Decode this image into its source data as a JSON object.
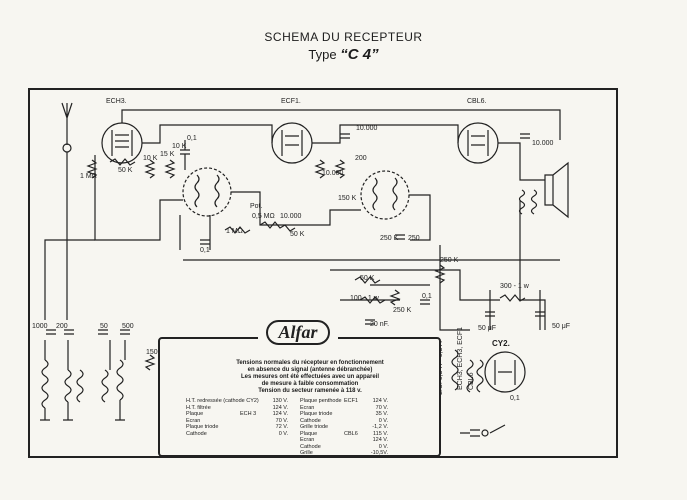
{
  "title": {
    "line1": "SCHEMA DU RECEPTEUR",
    "line2_prefix": "Type",
    "line2_model": "“C 4”"
  },
  "tubes": {
    "t1": "ECH3.",
    "t2": "ECF1.",
    "t3": "CBL6.",
    "t4": "CY2."
  },
  "components": {
    "r1": "1 MΩ",
    "r2": "50 K",
    "r3": "10 K",
    "r4": "15 K",
    "r5": "10 K",
    "r6": "0,1 M",
    "c1": "0,1",
    "c2": "10.000",
    "c3": "0,1",
    "c4": "10.000",
    "c5": "200",
    "pot": "Pot.",
    "pot_val": "0,5 MΩ",
    "c6": "10.000",
    "c7": "1 MΩ",
    "c8": "50 K",
    "c9": "10.000",
    "r7": "150 K",
    "r8": "0,1",
    "r9": "250 K",
    "c10": "250",
    "r10": "50 K",
    "r11": "100 - 1 w",
    "r12": "250 K",
    "c11": "0,1",
    "c12": "20 nF.",
    "r13": "300 - 1 w",
    "c13": "50 μF",
    "c14": "50 μF",
    "r14": "250 K",
    "c15": "1000",
    "c16": "200",
    "c17": "50",
    "c18": "500",
    "c19": "150",
    "choke": "L.C. 6,5 H - 0,5 A",
    "misc1": "ECH3, ECH3, ECF1",
    "misc2": "CBL6",
    "misc3": "0,1"
  },
  "logo": "Alfar",
  "table": {
    "intro": [
      "Tensions normales du récepteur en fonctionnement",
      "en absence du signal (antenne débranchée)",
      "Les mesures ont été effectuées avec un appareil",
      "de mesure à faible consommation",
      "Tension du secteur ramenée à 118 v."
    ],
    "left": [
      {
        "a": "H.T. redressée (cathode CY2)",
        "b": "",
        "c": "130 V."
      },
      {
        "a": "H.T. filtrée",
        "b": "",
        "c": "124 V."
      },
      {
        "a": "Plaque",
        "b": "ECH 3",
        "c": "124 V."
      },
      {
        "a": "Ecran",
        "b": "",
        "c": "70 V."
      },
      {
        "a": "Plaque triode",
        "b": "",
        "c": "72 V."
      },
      {
        "a": "Cathode",
        "b": "",
        "c": "0 V."
      }
    ],
    "right": [
      {
        "a": "Plaque penthode",
        "b": "ECF1",
        "c": "124 V."
      },
      {
        "a": "Ecran",
        "b": "",
        "c": "70 V."
      },
      {
        "a": "Plaque triode",
        "b": "",
        "c": "35 V."
      },
      {
        "a": "Cathode",
        "b": "",
        "c": "0 V."
      },
      {
        "a": "Grille triode",
        "b": "",
        "c": "-1,2 V."
      },
      {
        "a": "Plaque",
        "b": "CBL6",
        "c": "115 V."
      },
      {
        "a": "Ecran",
        "b": "",
        "c": "124 V."
      },
      {
        "a": "Cathode",
        "b": "",
        "c": "0 V."
      },
      {
        "a": "Grille",
        "b": "",
        "c": "-10,5V."
      }
    ]
  }
}
